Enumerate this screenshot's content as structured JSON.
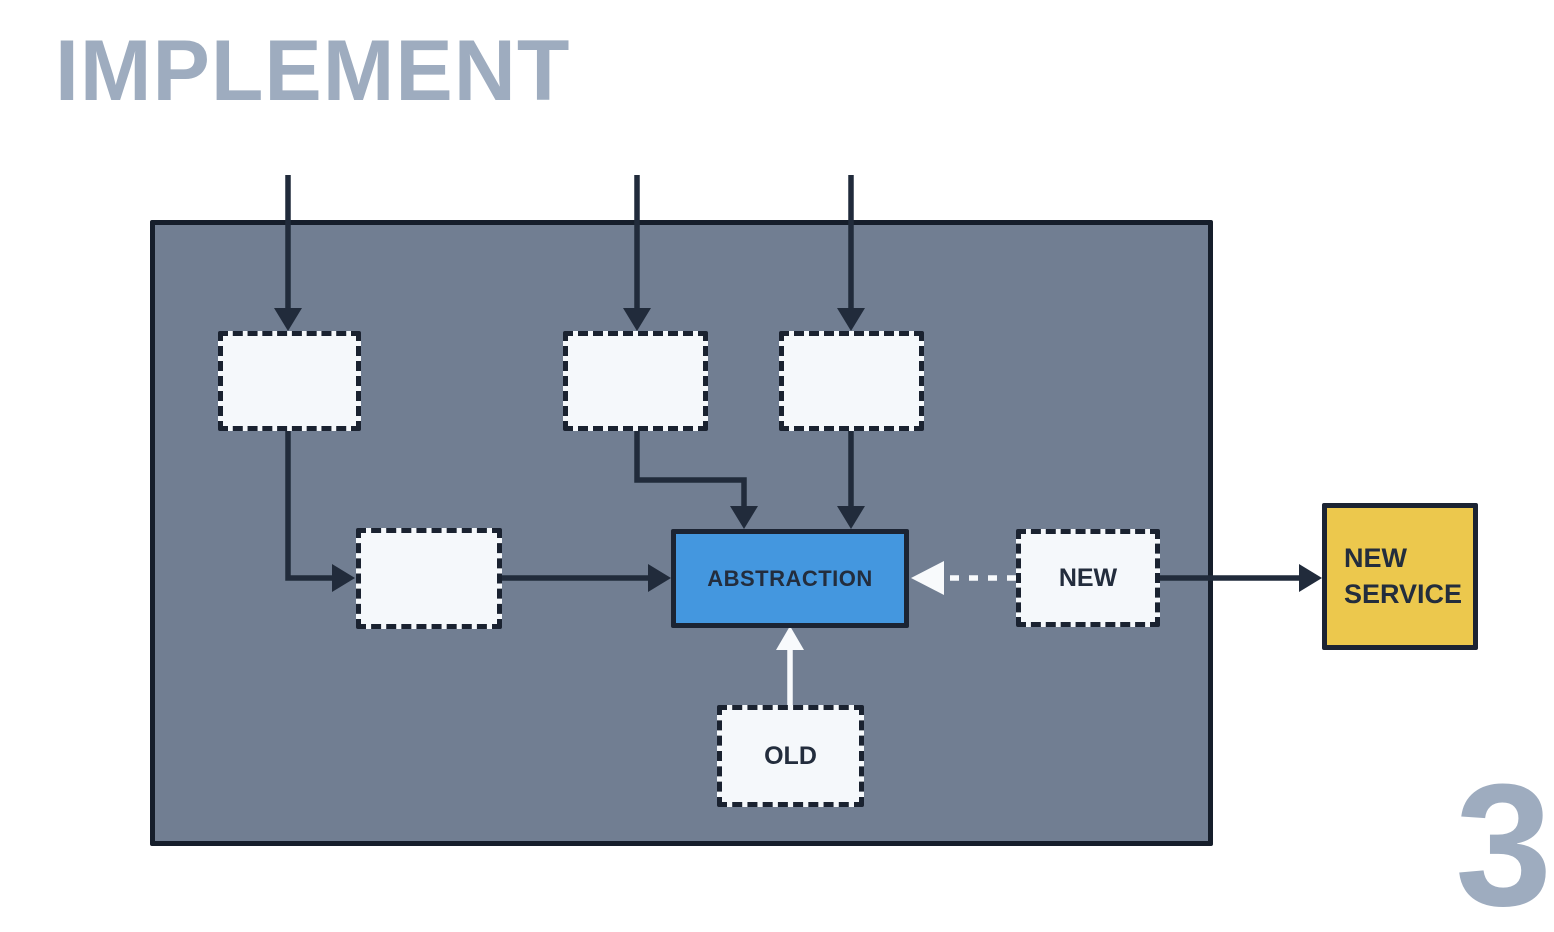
{
  "title": "IMPLEMENT",
  "page_number": "3",
  "colors": {
    "accent_gray": "#9EACBF",
    "container_fill": "#717E92",
    "outline_dark": "#1A2230",
    "abstraction_blue": "#4497DF",
    "service_yellow": "#ECC84D",
    "placeholder_fill": "#F5F8FB",
    "white_arrow": "#F8FAFC"
  },
  "diagram": {
    "container": {
      "name": "legacy-system-boundary"
    },
    "nodes": [
      {
        "id": "client-1",
        "label": "",
        "type": "placeholder-dashed"
      },
      {
        "id": "client-2",
        "label": "",
        "type": "placeholder-dashed"
      },
      {
        "id": "client-3",
        "label": "",
        "type": "placeholder-dashed"
      },
      {
        "id": "intermediate",
        "label": "",
        "type": "placeholder-dashed"
      },
      {
        "id": "abstraction",
        "label": "ABSTRACTION",
        "type": "solid-blue"
      },
      {
        "id": "new",
        "label": "NEW",
        "type": "placeholder-dashed"
      },
      {
        "id": "old",
        "label": "OLD",
        "type": "placeholder-dashed"
      },
      {
        "id": "new-service",
        "label": "NEW SERVICE",
        "type": "solid-yellow"
      }
    ],
    "edges": [
      {
        "from": "external-top-1",
        "to": "client-1",
        "style": "solid-dark"
      },
      {
        "from": "external-top-2",
        "to": "client-2",
        "style": "solid-dark"
      },
      {
        "from": "external-top-3",
        "to": "client-3",
        "style": "solid-dark"
      },
      {
        "from": "client-1",
        "to": "intermediate",
        "style": "solid-dark"
      },
      {
        "from": "intermediate",
        "to": "abstraction",
        "style": "solid-dark"
      },
      {
        "from": "client-2",
        "to": "abstraction",
        "style": "solid-dark"
      },
      {
        "from": "client-3",
        "to": "abstraction",
        "style": "solid-dark"
      },
      {
        "from": "new",
        "to": "abstraction",
        "style": "dotted-white"
      },
      {
        "from": "old",
        "to": "abstraction",
        "style": "solid-white"
      },
      {
        "from": "new",
        "to": "new-service",
        "style": "solid-dark"
      }
    ]
  }
}
